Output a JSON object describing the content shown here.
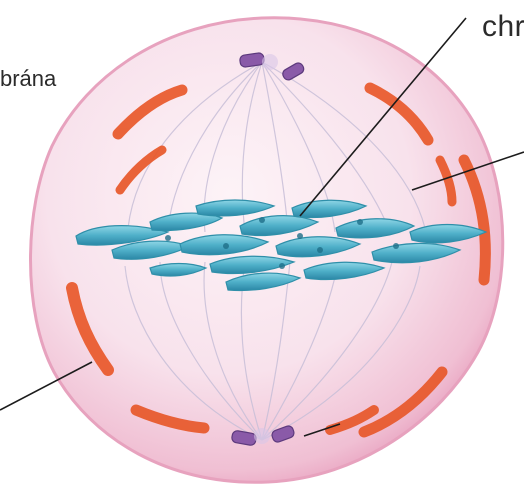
{
  "labels": {
    "membrane_fragment": "brána",
    "chromosome_fragment": "chr"
  },
  "colors": {
    "cell_fill": "#f6dde8",
    "cell_edge": "#e7a2be",
    "envelope_fragments": "#e8582a",
    "chromosomes": "#4fb0c9",
    "centrosomes": "#8a5aa8",
    "spindle_fibers": "#c8bfd8",
    "leader_lines": "#1c1c1c"
  },
  "structures": [
    "cell-membrane",
    "nuclear-envelope-fragments",
    "chromosomes",
    "spindle-fibers",
    "centrosome-top",
    "centrosome-bottom"
  ]
}
